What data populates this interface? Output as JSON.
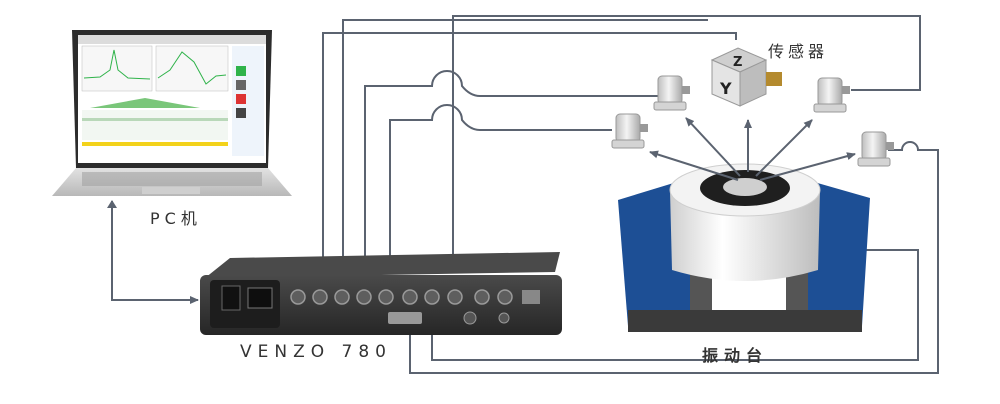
{
  "labels": {
    "pc": "PC机",
    "sensor": "传感器",
    "controller": "VENZO 780",
    "shaker": "振动台"
  },
  "cube": {
    "z": "Z",
    "y": "Y"
  },
  "colors": {
    "cable": "#5b6370",
    "shaker_blue": "#1d4f95",
    "shaker_white": "#eeeeee",
    "controller_body": "#333333",
    "screen_accent": "#2fb34a"
  }
}
